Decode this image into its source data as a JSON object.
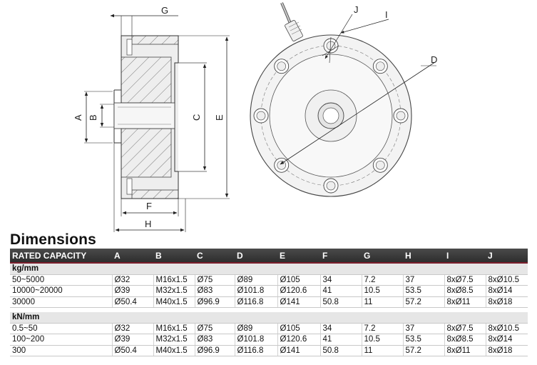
{
  "drawing": {
    "labels": {
      "A": "A",
      "B": "B",
      "C": "C",
      "D": "D",
      "E": "E",
      "F": "F",
      "G": "G",
      "H": "H",
      "I": "I",
      "J": "J"
    }
  },
  "title": "Dimensions",
  "table": {
    "headers": [
      "RATED CAPACITY",
      "A",
      "B",
      "C",
      "D",
      "E",
      "F",
      "G",
      "H",
      "I",
      "J"
    ],
    "groups": [
      {
        "unit": "kg/mm",
        "rows": [
          [
            "50~5000",
            "Ø32",
            "M16x1.5",
            "Ø75",
            "Ø89",
            "Ø105",
            "34",
            "7.2",
            "37",
            "8xØ7.5",
            "8xØ10.5"
          ],
          [
            "10000~20000",
            "Ø39",
            "M32x1.5",
            "Ø83",
            "Ø101.8",
            "Ø120.6",
            "41",
            "10.5",
            "53.5",
            "8xØ8.5",
            "8xØ14"
          ],
          [
            "30000",
            "Ø50.4",
            "M40x1.5",
            "Ø96.9",
            "Ø116.8",
            "Ø141",
            "50.8",
            "11",
            "57.2",
            "8xØ11",
            "8xØ18"
          ]
        ]
      },
      {
        "unit": "kN/mm",
        "rows": [
          [
            "0.5~50",
            "Ø32",
            "M16x1.5",
            "Ø75",
            "Ø89",
            "Ø105",
            "34",
            "7.2",
            "37",
            "8xØ7.5",
            "8xØ10.5"
          ],
          [
            "100~200",
            "Ø39",
            "M32x1.5",
            "Ø83",
            "Ø101.8",
            "Ø120.6",
            "41",
            "10.5",
            "53.5",
            "8xØ8.5",
            "8xØ14"
          ],
          [
            "300",
            "Ø50.4",
            "M40x1.5",
            "Ø96.9",
            "Ø116.8",
            "Ø141",
            "50.8",
            "11",
            "57.2",
            "8xØ11",
            "8xØ18"
          ]
        ]
      }
    ]
  }
}
